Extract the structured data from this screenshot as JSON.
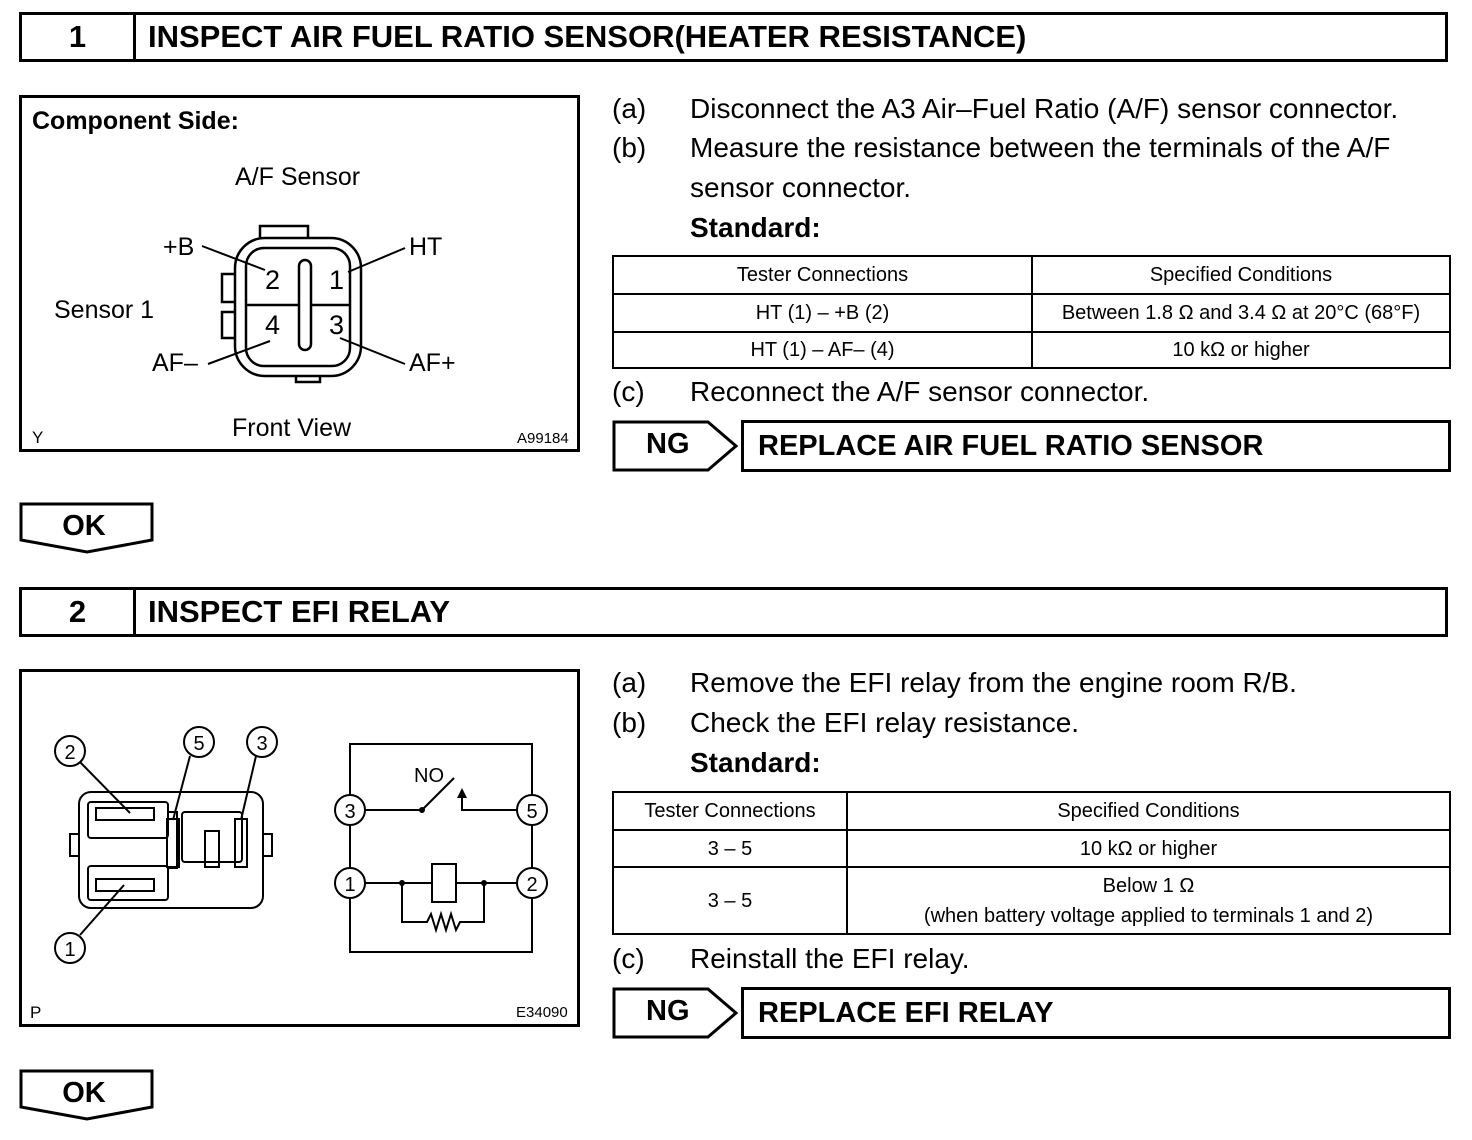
{
  "step1": {
    "number": "1",
    "title": "INSPECT AIR FUEL RATIO SENSOR(HEATER RESISTANCE)",
    "figure": {
      "heading": "Component Side:",
      "sensor_name": "A/F Sensor",
      "sensor_label": "Sensor 1",
      "terminal_B": "+B",
      "terminal_HT": "HT",
      "terminal_AFminus": "AF–",
      "terminal_AFplus": "AF+",
      "pin2": "2",
      "pin1": "1",
      "pin4": "4",
      "pin3": "3",
      "view": "Front View",
      "corner": "Y",
      "code": "A99184"
    },
    "steps": [
      {
        "label": "(a)",
        "text": "Disconnect the A3 Air–Fuel Ratio (A/F) sensor connector."
      },
      {
        "label": "(b)",
        "text": "Measure the resistance between the terminals of the A/F",
        "text2": "sensor connector."
      },
      {
        "label": "(c)",
        "text": "Reconnect the A/F sensor connector."
      }
    ],
    "standard_label": "Standard:",
    "table": {
      "headers": [
        "Tester Connections",
        "Specified Conditions"
      ],
      "rows": [
        [
          "HT (1) – +B (2)",
          "Between 1.8 Ω and 3.4 Ω at 20°C (68°F)"
        ],
        [
          "HT (1) – AF– (4)",
          "10 kΩ or higher"
        ]
      ]
    },
    "ng_label": "NG",
    "ng_action": "REPLACE AIR FUEL RATIO SENSOR",
    "ok_label": "OK"
  },
  "step2": {
    "number": "2",
    "title": "INSPECT EFI RELAY",
    "figure": {
      "t2": "2",
      "t5": "5",
      "t3": "3",
      "t1": "1",
      "c3": "3",
      "c5": "5",
      "c1": "1",
      "c2": "2",
      "no_label": "NO",
      "corner": "P",
      "code": "E34090"
    },
    "steps": [
      {
        "label": "(a)",
        "text": "Remove the EFI relay from the engine room R/B."
      },
      {
        "label": "(b)",
        "text": "Check the EFI relay resistance."
      },
      {
        "label": "(c)",
        "text": "Reinstall the EFI relay."
      }
    ],
    "standard_label": "Standard:",
    "table": {
      "headers": [
        "Tester Connections",
        "Specified Conditions"
      ],
      "rows": [
        [
          "3 – 5",
          "10 kΩ or higher"
        ],
        [
          "3 – 5",
          "Below 1 Ω",
          "(when battery voltage applied to terminals 1 and 2)"
        ]
      ]
    },
    "ng_label": "NG",
    "ng_action": "REPLACE EFI RELAY",
    "ok_label": "OK"
  }
}
